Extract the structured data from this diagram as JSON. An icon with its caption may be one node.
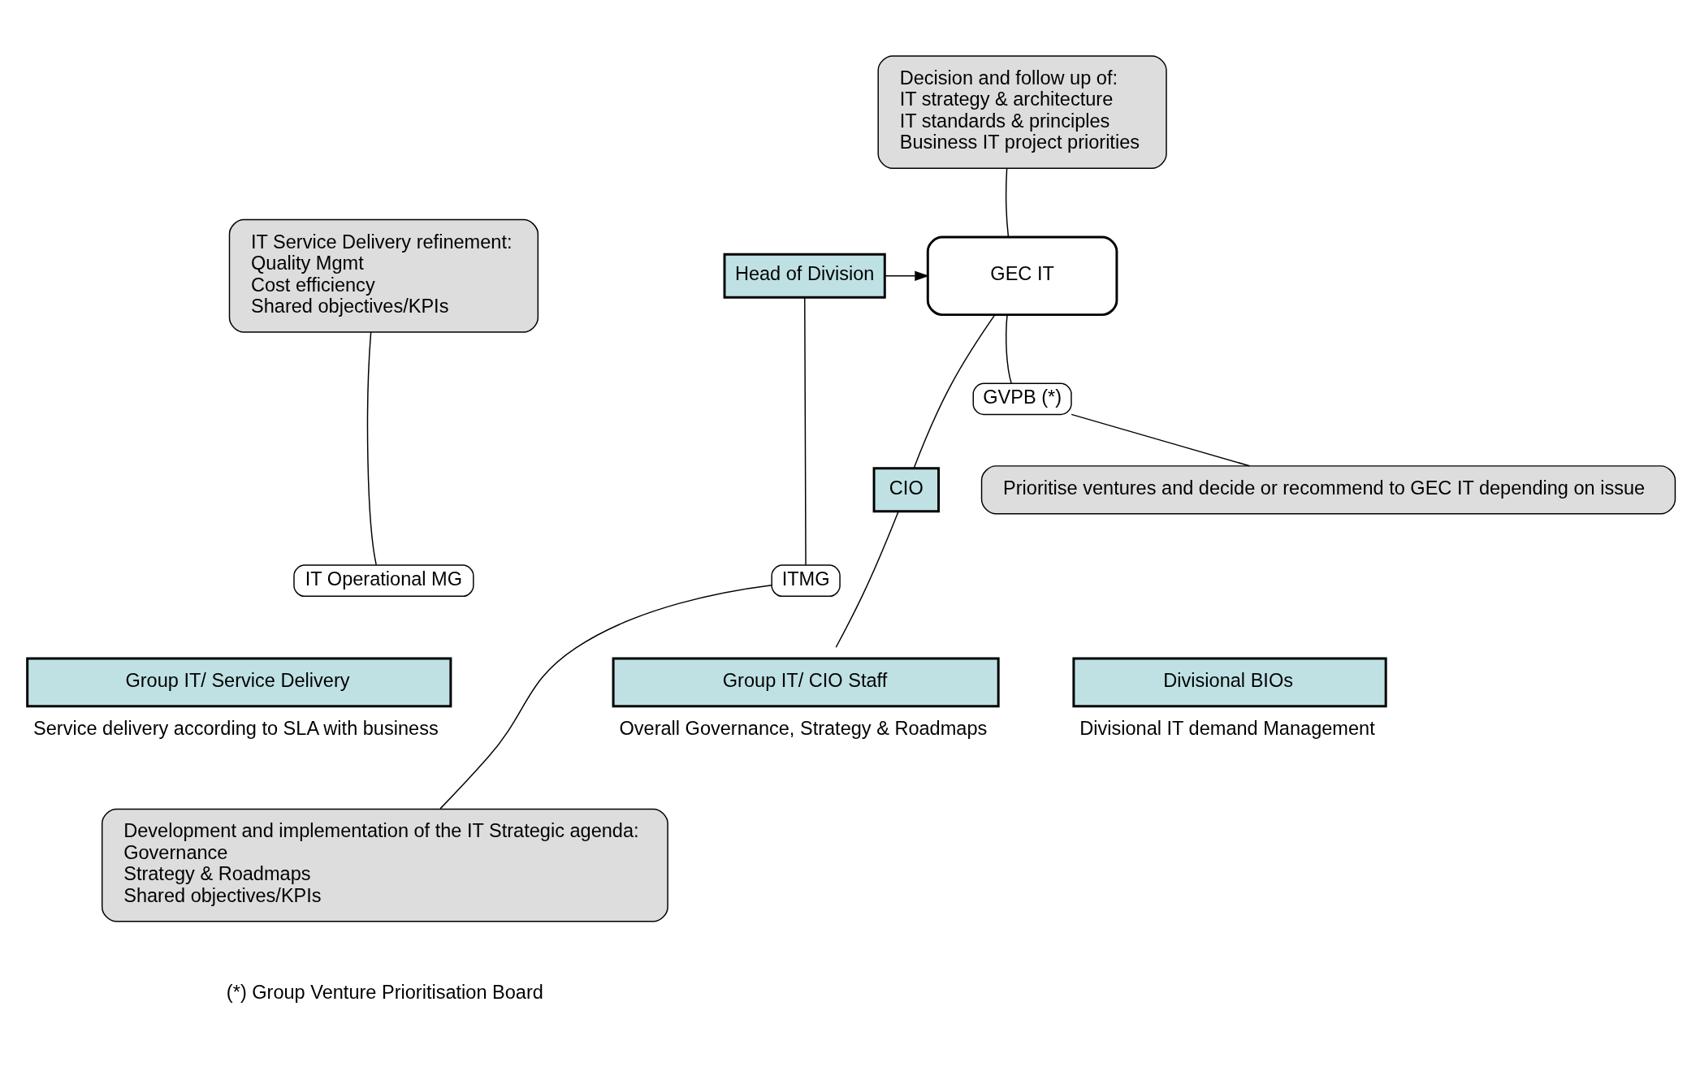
{
  "diagram": {
    "nodes": [
      {
        "text": [
          "GEC IT"
        ]
      },
      {
        "text": [
          "Head of Division"
        ]
      },
      {
        "text": [
          "GVPB (*)"
        ]
      },
      {
        "text": [
          "CIO"
        ]
      },
      {
        "text": [
          "IT Operational MG"
        ]
      },
      {
        "text": [
          "ITMG"
        ]
      },
      {
        "text": [
          "Group IT/ Service Delivery"
        ],
        "beside": [
          "Service delivery according to SLA with business"
        ]
      },
      {
        "text": [
          "Group IT/ CIO Staff"
        ],
        "beside": [
          "Overall Governance, Strategy & Roadmaps"
        ]
      },
      {
        "text": [
          "Divisional BIOs"
        ],
        "beside": [
          "Divisional IT demand Management"
        ]
      },
      {
        "text": [
          "Decision and follow up of:",
          "IT strategy & architecture",
          "IT standards & principles",
          "Business IT project priorities"
        ]
      },
      {
        "text": [
          "IT Service Delivery refinement:",
          "Quality Mgmt",
          "Cost efficiency",
          "Shared objectives/KPIs"
        ]
      },
      {
        "text": [
          "Prioritise ventures and decide or recommend to GEC IT depending on issue"
        ]
      },
      {
        "text": [
          "Development and implementation of the IT Strategic agenda:",
          "Governance",
          "Strategy & Roadmaps",
          "Shared objectives/KPIs"
        ]
      }
    ],
    "edges": [
      {
        "from": 1,
        "to": 0,
        "arrow": "to"
      },
      {
        "from": 0,
        "to": 3,
        "arrow": "none"
      },
      {
        "from": 0,
        "to": 2,
        "arrow": "none"
      },
      {
        "from": 1,
        "to": 5,
        "arrow": "none"
      },
      {
        "from": 3,
        "to": 7,
        "arrow": "none"
      },
      {
        "from": 9,
        "to": 0,
        "arrow": "none"
      },
      {
        "from": 10,
        "to": 4,
        "arrow": "none"
      },
      {
        "from": 11,
        "to": 2,
        "arrow": "none"
      },
      {
        "from": 12,
        "to": 5,
        "arrow": "none"
      }
    ],
    "labels": [
      "(*) Group Venture Prioritisation Board"
    ]
  }
}
